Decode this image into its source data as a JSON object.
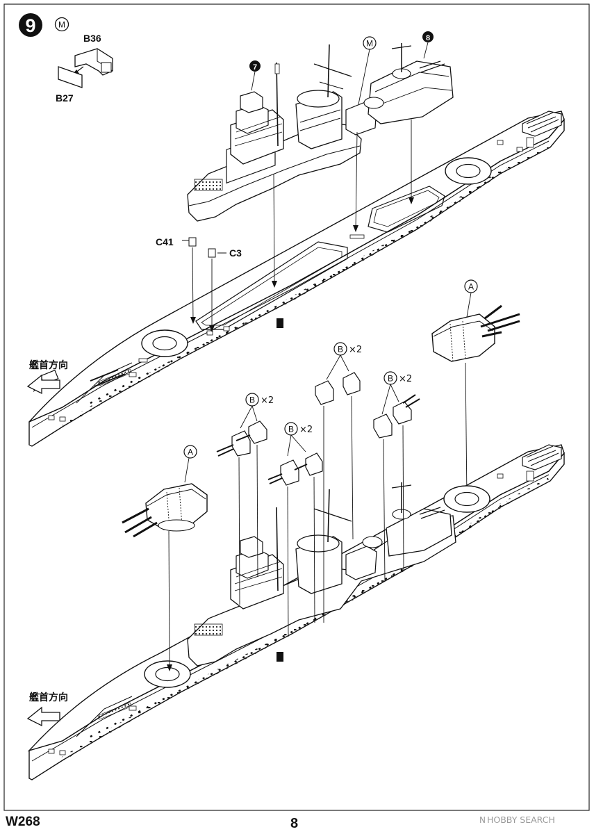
{
  "step": {
    "number": "9",
    "marker": "M"
  },
  "parts": {
    "b36": "B36",
    "b27": "B27",
    "c41": "C41",
    "c3": "C3"
  },
  "callouts": {
    "sub7": "7",
    "sub8": "8",
    "m": "M",
    "a": "A",
    "b": "B",
    "times2": "×2"
  },
  "direction_label": "艦首方向",
  "footer": {
    "code": "W268",
    "page": "8",
    "watermark_symbol": "N",
    "watermark_text": "HOBBY SEARCH"
  }
}
